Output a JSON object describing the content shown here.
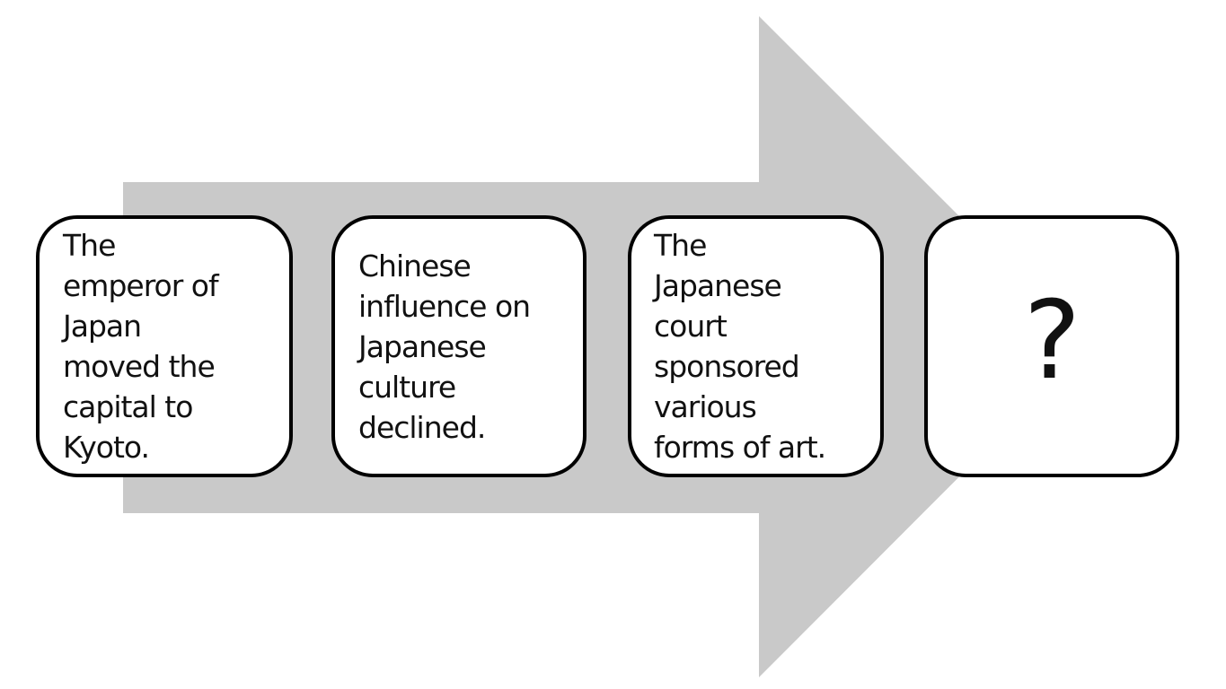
{
  "diagram": {
    "type": "process-arrow",
    "arrow_color": "#c9c9c9",
    "steps": [
      {
        "text": "The\nemperor of\nJapan\nmoved the\ncapital to\nKyoto."
      },
      {
        "text": "Chinese\ninfluence on\nJapanese\nculture\ndeclined."
      },
      {
        "text": "The\nJapanese\ncourt\nsponsored\nvarious\nforms of art."
      },
      {
        "text": "?"
      }
    ]
  }
}
